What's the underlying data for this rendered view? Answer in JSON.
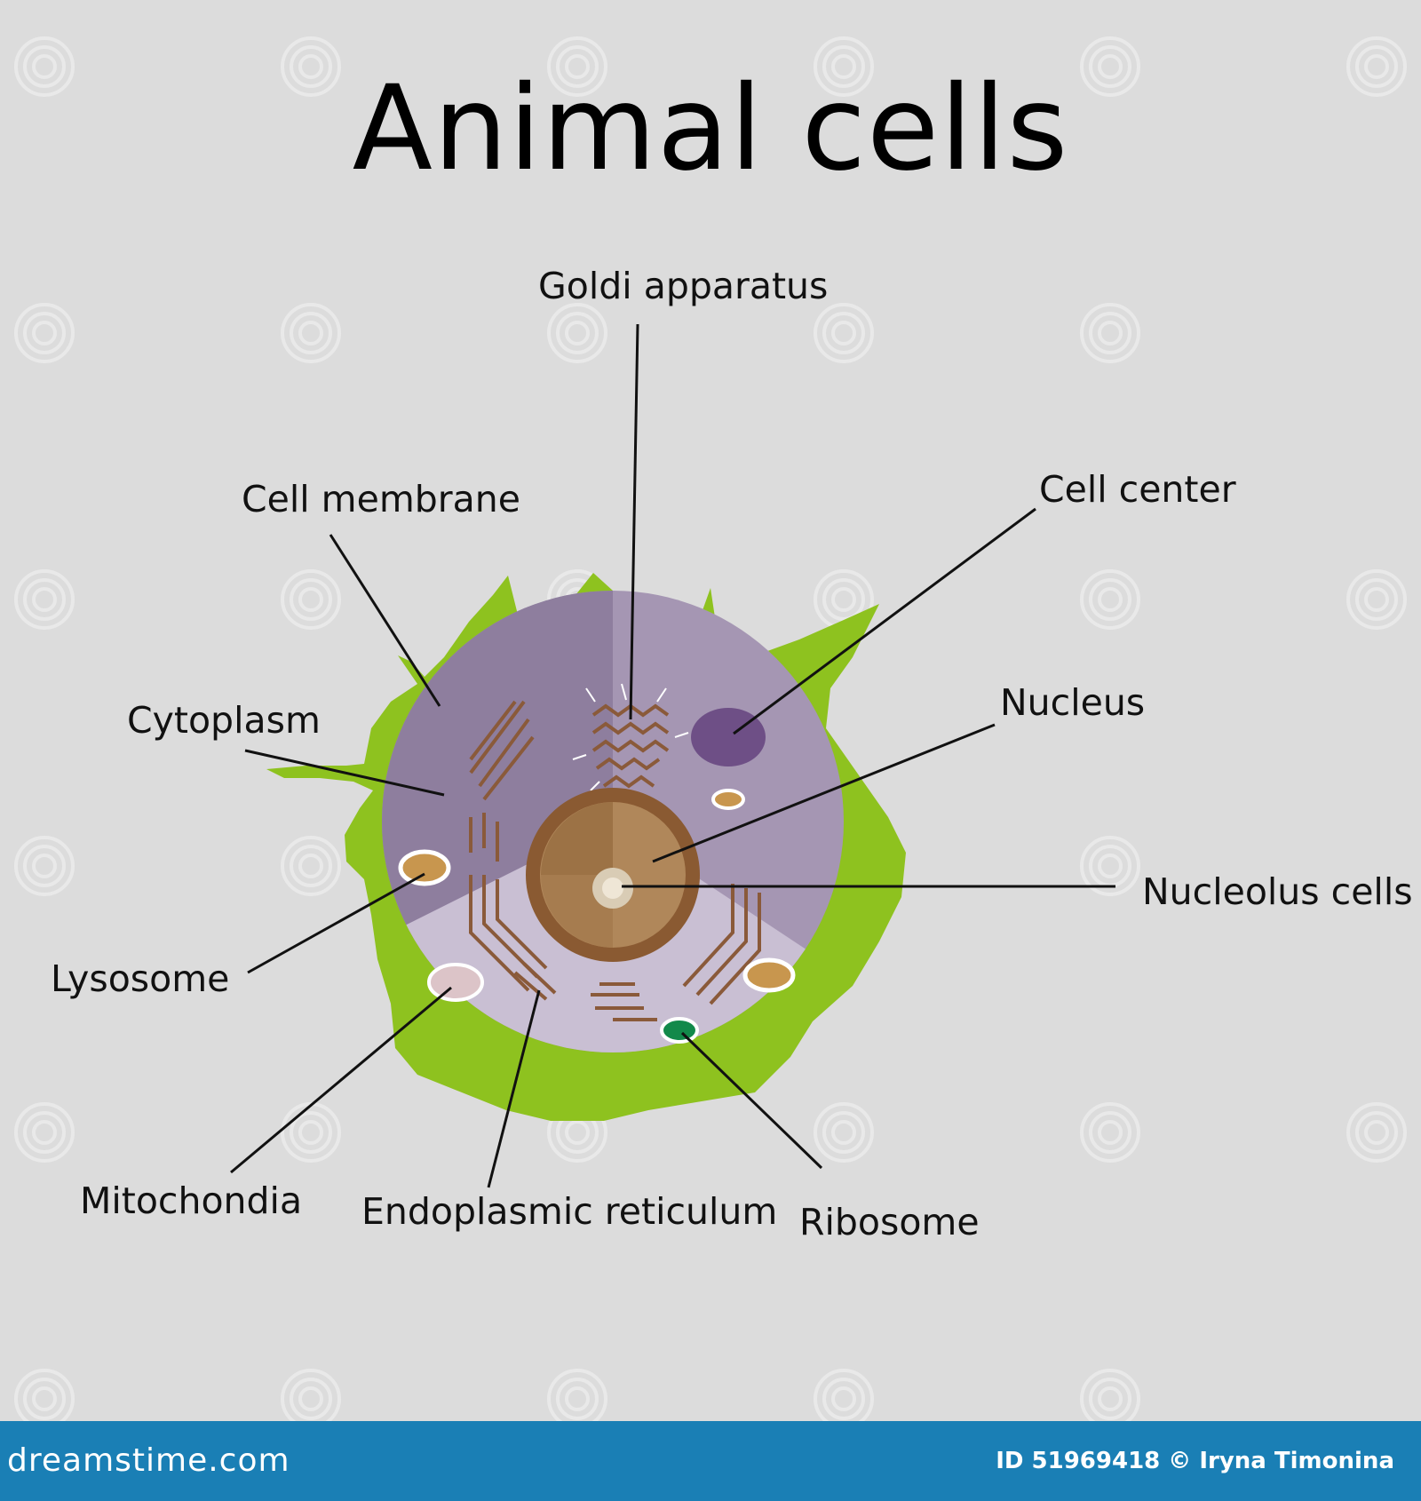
{
  "title": "Animal cells",
  "labels": {
    "goldi_apparatus": "Goldi apparatus",
    "cell_membrane": "Cell membrane",
    "cell_center": "Cell center",
    "cytoplasm": "Cytoplasm",
    "nucleus": "Nucleus",
    "nucleolus": "Nucleolus cells",
    "lysosome": "Lysosome",
    "mitochondia": "Mitochondia",
    "endoplasmic_reticulum": "Endoplasmic reticulum",
    "ribosome": "Ribosome"
  },
  "footer": {
    "brand": "dreamstime.com",
    "credit": "ID 51969418 © Iryna Timonina",
    "watermark": "dreamstime"
  },
  "colors": {
    "background": "#dcdcdc",
    "membrane": "#8ec21f",
    "cytoplasm_dark": "#8e7e9e",
    "cytoplasm_mid": "#a596b3",
    "cytoplasm_light": "#c9bfd3",
    "nucleus_outer": "#8a5a32",
    "nucleus_inner": "#b0875a",
    "organelle_brown": "#9a6a44",
    "cell_center": "#6e4f86",
    "ribosome": "#12894a",
    "footer": "#1a7fb5"
  }
}
